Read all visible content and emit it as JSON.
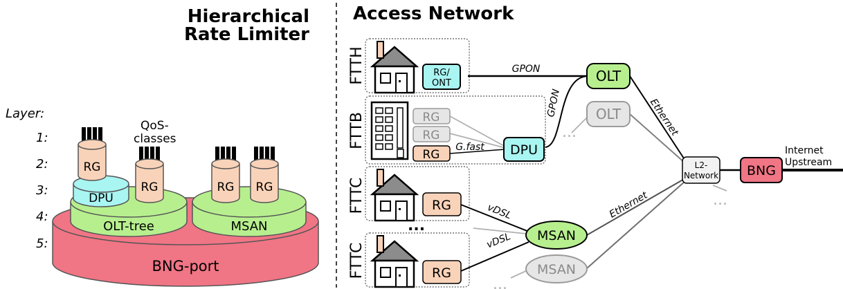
{
  "left": {
    "title_line1": "Hierarchical",
    "title_line2": "Rate Limiter",
    "layer_heading": "Layer:",
    "layers": [
      "1:",
      "2:",
      "3:",
      "4:",
      "5:"
    ],
    "qos_line1": "QoS-",
    "qos_line2": "classes",
    "rg_label": "RG",
    "dpu_label": "DPU",
    "olt_tree_label": "OLT-tree",
    "msan_label": "MSAN",
    "bng_port_label": "BNG-port"
  },
  "right": {
    "title": "Access Network",
    "groups": {
      "ftth": "FTTH",
      "fttb": "FTTB",
      "fttc1": "FTTC",
      "fttc2": "FTTC"
    },
    "rg_ont_line1": "RG/",
    "rg_ont_line2": "ONT",
    "rg": "RG",
    "dpu": "DPU",
    "olt": "OLT",
    "msan": "MSAN",
    "l2_line1": "L2-",
    "l2_line2": "Network",
    "bng": "BNG",
    "internet_line1": "Internet",
    "internet_line2": "Upstream",
    "links": {
      "gpon": "GPON",
      "gpon_vertical": "GPON",
      "gfast": "G.fast",
      "vdsl": "vDSL",
      "ethernet": "Ethernet"
    },
    "ellipsis": "...",
    "ellipsis_vertical": "..."
  },
  "colors": {
    "rg_fill": "#f9d3b9",
    "dpu_fill": "#a9f5f2",
    "green_fill": "#b7ef8f",
    "bng_fill": "#f07585",
    "grey_fill": "#e6e6e6",
    "grey_stroke": "#9a9a9a"
  }
}
